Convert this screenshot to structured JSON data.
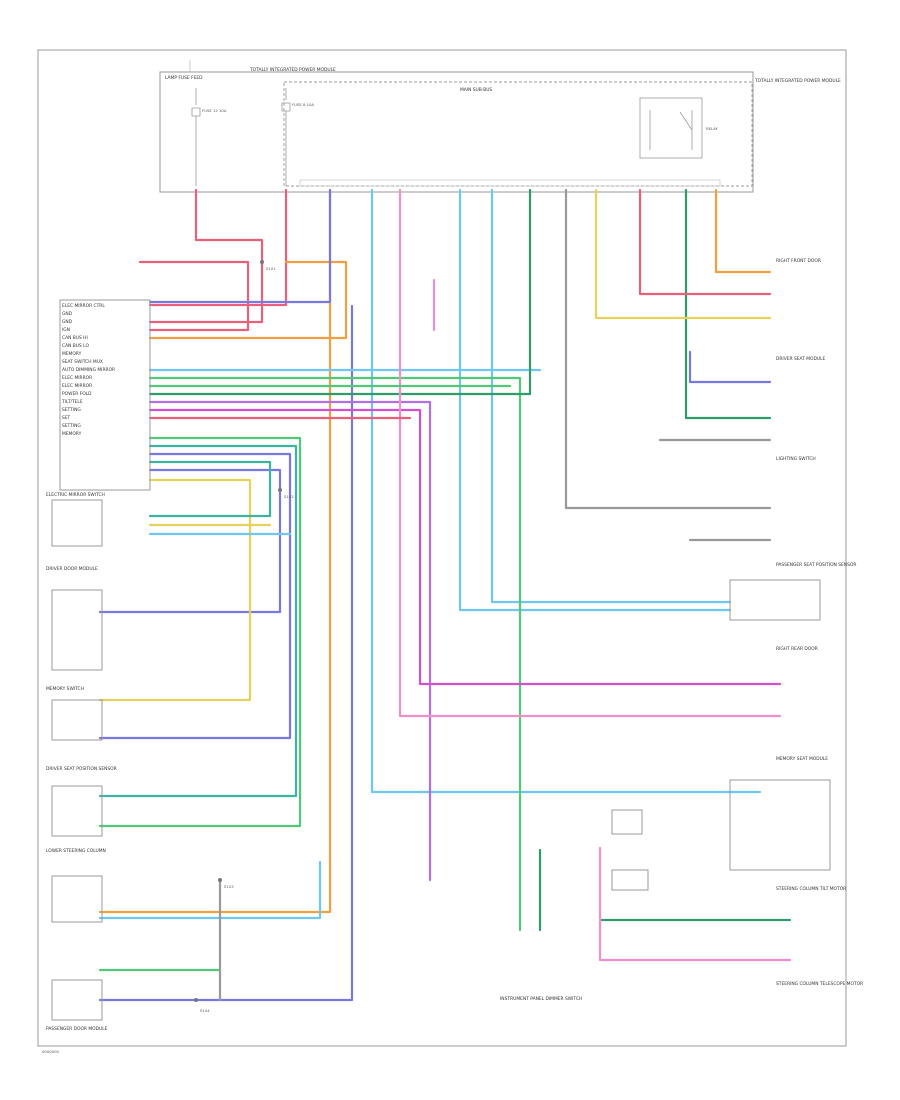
{
  "diagram": {
    "footer_id": "0000000",
    "module_top_left_label": "LAMP FUSE FEED",
    "module_top_center_label": "TOTALLY INTEGRATED POWER MODULE",
    "module_right_label": "TOTALLY INTEGRATED POWER MODULE",
    "module_inner_label": "MAIN SUB-BUS",
    "relay_label": "RELAY",
    "fuse_labels": [
      "FUSE 12 10A",
      "FUSE 8 10A"
    ],
    "left_connector_labels": [
      "ELEC MIRROR CTRL",
      "GND",
      "GND",
      "IGN",
      "CAN BUS HI",
      "CAN BUS LO",
      "MEMORY",
      "SEAT SWITCH MUX",
      "AUTO DIMMING MIRROR",
      "ELEC MIRROR",
      "ELEC MIRROR",
      "POWER FOLD",
      "TILT/TELE",
      "SETTING",
      "SET",
      "SETTING",
      "MEMORY"
    ],
    "left_components": [
      "ELECTRIC MIRROR SWITCH",
      "DRIVER DOOR MODULE",
      "MEMORY SWITCH",
      "DRIVER SEAT POSITION SENSOR",
      "LOWER STEERING COLUMN",
      "PASSENGER DOOR MODULE"
    ],
    "right_components": [
      "RIGHT FRONT DOOR",
      "DRIVER SEAT MODULE",
      "LIGHTING SWITCH",
      "PASSENGER SEAT POSITION SENSOR",
      "RIGHT REAR DOOR",
      "MEMORY SEAT MODULE",
      "STEERING COLUMN TILT MOTOR",
      "STEERING COLUMN TELESCOPE MOTOR"
    ],
    "bottom_label": "INSTRUMENT PANEL DIMMER SWITCH",
    "splice_labels": [
      "S101",
      "S102",
      "S103",
      "S104"
    ]
  },
  "colors": {
    "red": "#e8607a",
    "pink": "#ee8fc8",
    "orange": "#f0a040",
    "yellow": "#e6d25a",
    "green": "#50c878",
    "dark_green": "#2f9d6a",
    "teal": "#3cb4a0",
    "blue": "#7878e0",
    "light_blue": "#70c6ee",
    "purple": "#b070e0",
    "magenta": "#d050d0",
    "gray": "#999999"
  }
}
